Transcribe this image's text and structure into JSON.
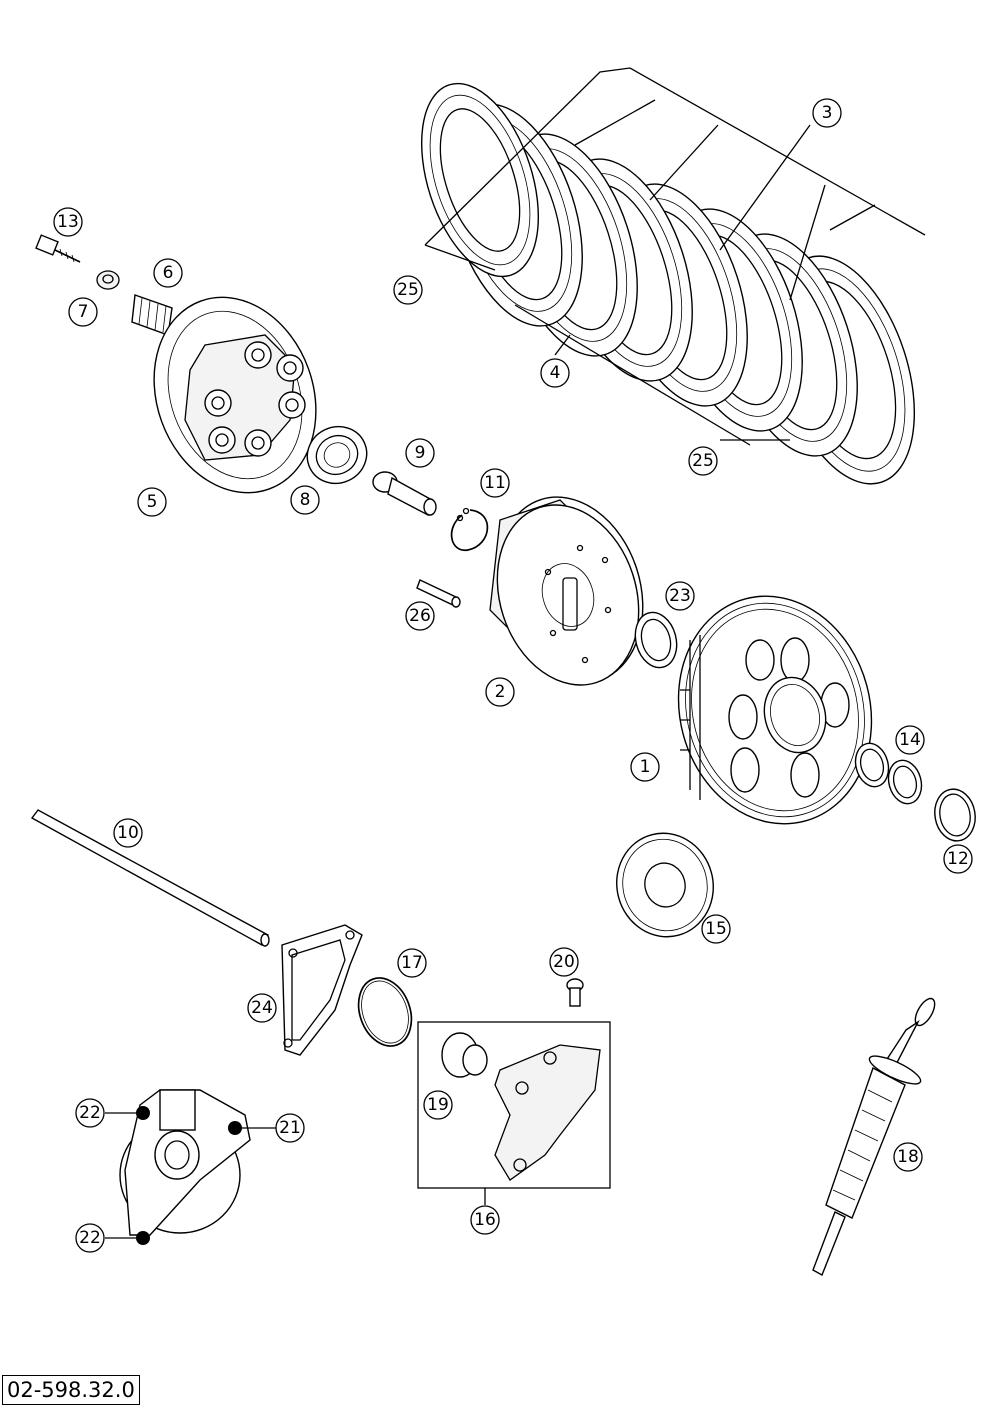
{
  "drawing_number": "02-598.32.0",
  "callouts": [
    {
      "id": "1",
      "label": "1"
    },
    {
      "id": "2",
      "label": "2"
    },
    {
      "id": "3",
      "label": "3"
    },
    {
      "id": "4",
      "label": "4"
    },
    {
      "id": "5",
      "label": "5"
    },
    {
      "id": "6",
      "label": "6"
    },
    {
      "id": "7",
      "label": "7"
    },
    {
      "id": "8",
      "label": "8"
    },
    {
      "id": "9",
      "label": "9"
    },
    {
      "id": "10",
      "label": "10"
    },
    {
      "id": "11",
      "label": "11"
    },
    {
      "id": "12",
      "label": "12"
    },
    {
      "id": "13",
      "label": "13"
    },
    {
      "id": "14",
      "label": "14"
    },
    {
      "id": "15",
      "label": "15"
    },
    {
      "id": "16",
      "label": "16"
    },
    {
      "id": "17",
      "label": "17"
    },
    {
      "id": "18",
      "label": "18"
    },
    {
      "id": "19",
      "label": "19"
    },
    {
      "id": "20",
      "label": "20"
    },
    {
      "id": "21",
      "label": "21"
    },
    {
      "id": "22a",
      "label": "22"
    },
    {
      "id": "22b",
      "label": "22"
    },
    {
      "id": "23",
      "label": "23"
    },
    {
      "id": "24",
      "label": "24"
    },
    {
      "id": "25a",
      "label": "25"
    },
    {
      "id": "25b",
      "label": "25"
    },
    {
      "id": "26",
      "label": "26"
    }
  ]
}
